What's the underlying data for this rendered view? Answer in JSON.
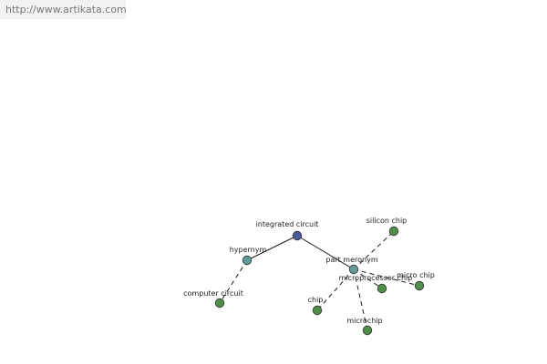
{
  "header": {
    "url": "http://www.artikata.com"
  },
  "colors": {
    "root": "#4a5a9a",
    "relation": "#5e9a96",
    "term": "#4f8f4a"
  },
  "nodes": [
    {
      "id": "integrated-circuit",
      "label": "integrated circuit",
      "kind": "root"
    },
    {
      "id": "hypernym",
      "label": "hypernym",
      "kind": "relation"
    },
    {
      "id": "part-meronym",
      "label": "part meronym",
      "kind": "relation"
    },
    {
      "id": "computer-circuit",
      "label": "computer circuit",
      "kind": "term"
    },
    {
      "id": "silicon-chip",
      "label": "silicon chip",
      "kind": "term"
    },
    {
      "id": "microprocessor-chip",
      "label": "microprocessor chip",
      "kind": "term"
    },
    {
      "id": "micro-chip",
      "label": "micro chip",
      "kind": "term"
    },
    {
      "id": "chip",
      "label": "chip",
      "kind": "term"
    },
    {
      "id": "microchip",
      "label": "microchip",
      "kind": "term"
    }
  ],
  "edges": [
    {
      "from": "integrated-circuit",
      "to": "hypernym",
      "style": "solid"
    },
    {
      "from": "integrated-circuit",
      "to": "part-meronym",
      "style": "solid"
    },
    {
      "from": "hypernym",
      "to": "computer-circuit",
      "style": "dashed"
    },
    {
      "from": "part-meronym",
      "to": "silicon-chip",
      "style": "dashed"
    },
    {
      "from": "part-meronym",
      "to": "microprocessor-chip",
      "style": "dashed"
    },
    {
      "from": "part-meronym",
      "to": "micro-chip",
      "style": "dashed"
    },
    {
      "from": "part-meronym",
      "to": "chip",
      "style": "dashed"
    },
    {
      "from": "part-meronym",
      "to": "microchip",
      "style": "dashed"
    }
  ]
}
